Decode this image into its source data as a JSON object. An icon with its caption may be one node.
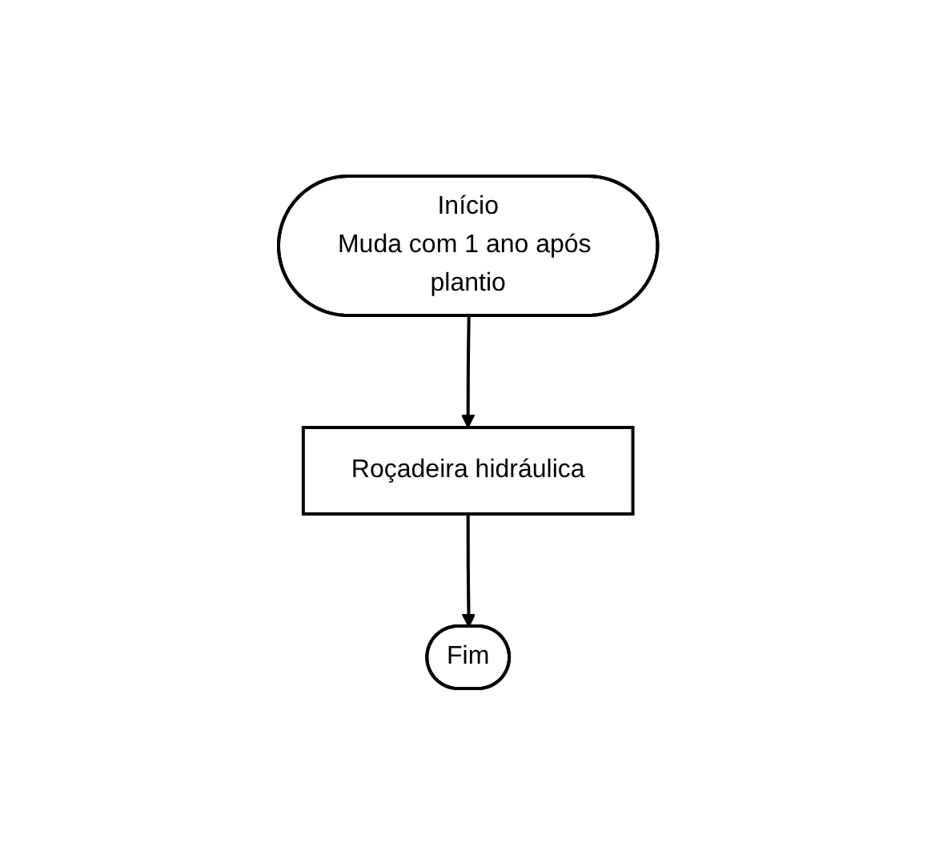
{
  "diagram": {
    "nodes": [
      {
        "text": [
          "Início",
          "Muda com 1 ano após plantio"
        ]
      },
      {
        "text": [
          "Roçadeira hidráulica"
        ]
      },
      {
        "text": [
          "Fim"
        ]
      }
    ],
    "edges": [
      {
        "from": 0,
        "to": 1,
        "arrow": "to"
      },
      {
        "from": 1,
        "to": 2,
        "arrow": "to"
      }
    ]
  }
}
